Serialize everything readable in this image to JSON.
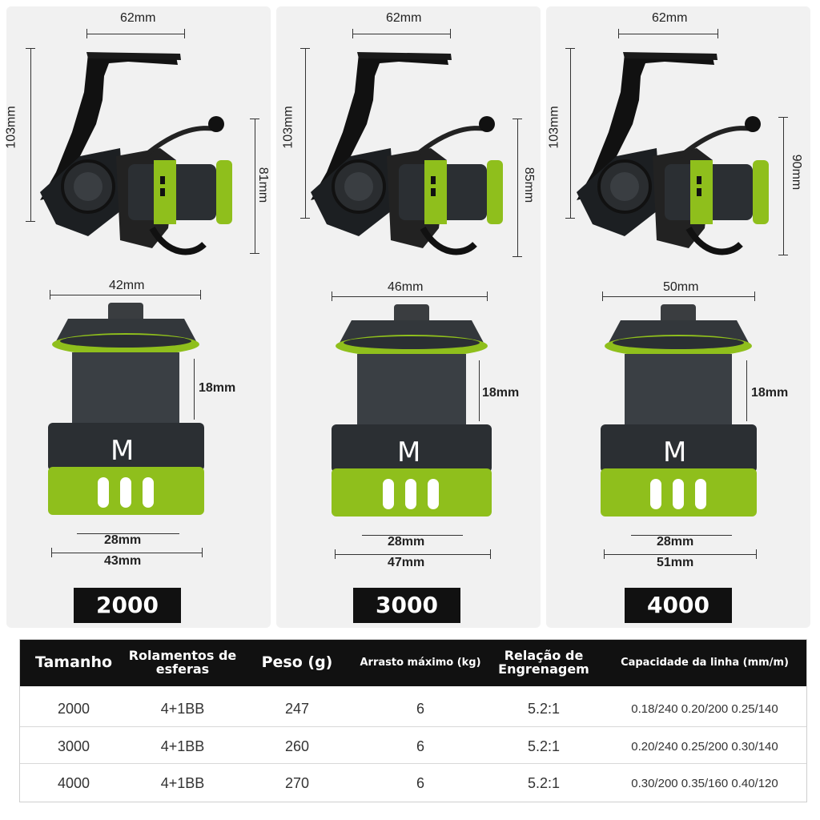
{
  "products": [
    {
      "size": "2000",
      "reel": {
        "width": "62mm",
        "height": "103mm",
        "side_height": "81mm"
      },
      "spool": {
        "top_width": "42mm",
        "line_depth": "18mm",
        "inner_width": "28mm",
        "bottom_width": "43mm"
      }
    },
    {
      "size": "3000",
      "reel": {
        "width": "62mm",
        "height": "103mm",
        "side_height": "85mm"
      },
      "spool": {
        "top_width": "46mm",
        "line_depth": "18mm",
        "inner_width": "28mm",
        "bottom_width": "47mm"
      }
    },
    {
      "size": "4000",
      "reel": {
        "width": "62mm",
        "height": "103mm",
        "side_height": "90mm"
      },
      "spool": {
        "top_width": "50mm",
        "line_depth": "18mm",
        "inner_width": "28mm",
        "bottom_width": "51mm"
      }
    }
  ],
  "table": {
    "headers": [
      "Tamanho",
      "Rolamentos de esferas",
      "Peso (g)",
      "Arrasto máximo (kg)",
      "Relação de Engrenagem",
      "Capacidade da linha (mm/m)"
    ],
    "rows": [
      [
        "2000",
        "4+1BB",
        "247",
        "6",
        "5.2:1",
        "0.18/240 0.20/200 0.25/140"
      ],
      [
        "3000",
        "4+1BB",
        "260",
        "6",
        "5.2:1",
        "0.20/240 0.25/200 0.30/140"
      ],
      [
        "4000",
        "4+1BB",
        "270",
        "6",
        "5.2:1",
        "0.30/200 0.35/160 0.40/120"
      ]
    ]
  },
  "colors": {
    "accent_green": "#8fbf1c",
    "body_dark": "#2b2f33",
    "label_bg": "#111111"
  }
}
